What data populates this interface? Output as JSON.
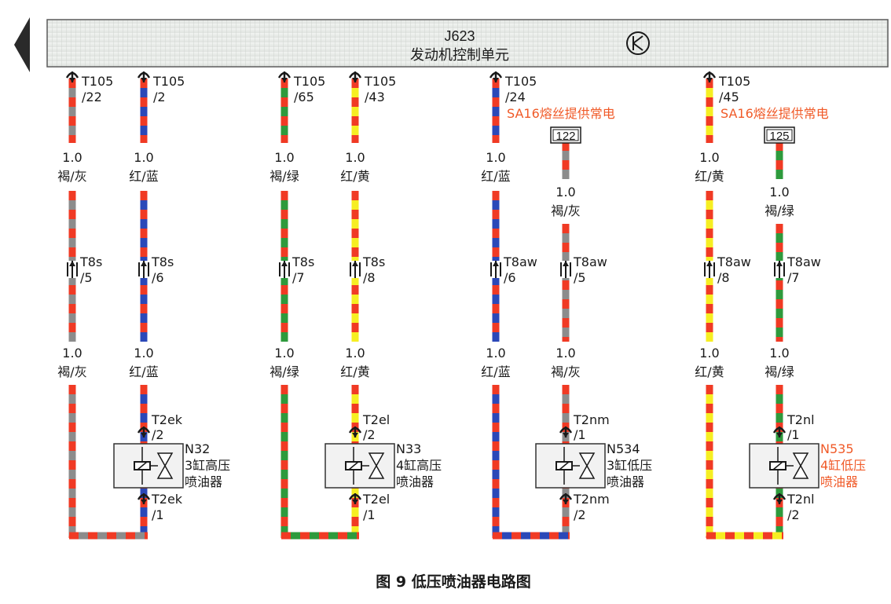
{
  "header": {
    "title": "J623",
    "subtitle": "发动机控制单元"
  },
  "caption": "图 9 低压喷油器电路图",
  "colors": {
    "brown": "#a85a3c",
    "gray": "#8c8c8c",
    "red": "#f03a24",
    "blue": "#2b48b8",
    "green": "#2e9a3c",
    "yellow": "#f6ee22",
    "highlight": "#f05a28",
    "text": "#1a1a1a",
    "header_bg": "#e6e9e6"
  },
  "wires": [
    {
      "id": "w1",
      "top": {
        "conn": "T105",
        "pin": "/22"
      },
      "spec": {
        "size": "1.0",
        "color": "褐/灰"
      },
      "mid": {
        "conn": "T8s",
        "pin": "/5"
      },
      "spec2": {
        "size": "1.0",
        "color": "褐/灰"
      }
    },
    {
      "id": "w2",
      "top": {
        "conn": "T105",
        "pin": "/2"
      },
      "spec": {
        "size": "1.0",
        "color": "红/蓝"
      },
      "mid": {
        "conn": "T8s",
        "pin": "/6"
      },
      "spec2": {
        "size": "1.0",
        "color": "红/蓝"
      }
    },
    {
      "id": "w3",
      "top": {
        "conn": "T105",
        "pin": "/65"
      },
      "spec": {
        "size": "1.0",
        "color": "褐/绿"
      },
      "mid": {
        "conn": "T8s",
        "pin": "/7"
      },
      "spec2": {
        "size": "1.0",
        "color": "褐/绿"
      }
    },
    {
      "id": "w4",
      "top": {
        "conn": "T105",
        "pin": "/43"
      },
      "spec": {
        "size": "1.0",
        "color": "红/黄"
      },
      "mid": {
        "conn": "T8s",
        "pin": "/8"
      },
      "spec2": {
        "size": "1.0",
        "color": "红/黄"
      }
    },
    {
      "id": "w5",
      "top": {
        "conn": "T105",
        "pin": "/24"
      },
      "note": "SA16熔丝提供常电",
      "spec": {
        "size": "1.0",
        "color": "红/蓝"
      },
      "mid": {
        "conn": "T8aw",
        "pin": "/6"
      },
      "spec2": {
        "size": "1.0",
        "color": "红/蓝"
      }
    },
    {
      "id": "w6",
      "terminal": "122",
      "spec": {
        "size": "1.0",
        "color": "褐/灰"
      },
      "mid": {
        "conn": "T8aw",
        "pin": "/5"
      },
      "spec2": {
        "size": "1.0",
        "color": "褐/灰"
      }
    },
    {
      "id": "w7",
      "top": {
        "conn": "T105",
        "pin": "/45"
      },
      "note": "SA16熔丝提供常电",
      "spec": {
        "size": "1.0",
        "color": "红/黄"
      },
      "mid": {
        "conn": "T8aw",
        "pin": "/8"
      },
      "spec2": {
        "size": "1.0",
        "color": "红/黄"
      }
    },
    {
      "id": "w8",
      "terminal": "125",
      "spec": {
        "size": "1.0",
        "color": "褐/绿"
      },
      "mid": {
        "conn": "T8aw",
        "pin": "/7"
      },
      "spec2": {
        "size": "1.0",
        "color": "褐/绿"
      }
    }
  ],
  "injectors": [
    {
      "id": "N32",
      "name": "N32",
      "desc1": "3缸高压",
      "desc2": "喷油器",
      "pin_top": {
        "conn": "T2ek",
        "pin": "/2"
      },
      "pin_bot": {
        "conn": "T2ek",
        "pin": "/1"
      },
      "highlight": false
    },
    {
      "id": "N33",
      "name": "N33",
      "desc1": "4缸高压",
      "desc2": "喷油器",
      "pin_top": {
        "conn": "T2el",
        "pin": "/2"
      },
      "pin_bot": {
        "conn": "T2el",
        "pin": "/1"
      },
      "highlight": false
    },
    {
      "id": "N534",
      "name": "N534",
      "desc1": "3缸低压",
      "desc2": "喷油器",
      "pin_top": {
        "conn": "T2nm",
        "pin": "/1"
      },
      "pin_bot": {
        "conn": "T2nm",
        "pin": "/2"
      },
      "highlight": false
    },
    {
      "id": "N535",
      "name": "N535",
      "desc1": "4缸低压",
      "desc2": "喷油器",
      "pin_top": {
        "conn": "T2nl",
        "pin": "/1"
      },
      "pin_bot": {
        "conn": "T2nl",
        "pin": "/2"
      },
      "highlight": true
    }
  ]
}
